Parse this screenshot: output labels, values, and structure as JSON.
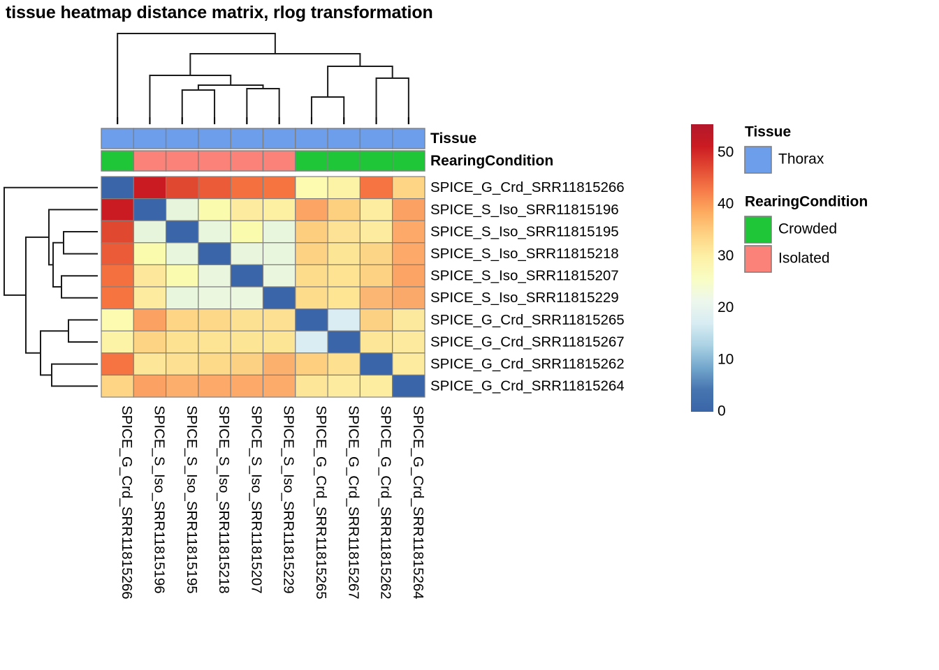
{
  "title": "tissue heatmap distance matrix, rlog transformation",
  "samples": [
    "SPICE_G_Crd_SRR11815266",
    "SPICE_S_Iso_SRR11815196",
    "SPICE_S_Iso_SRR11815195",
    "SPICE_S_Iso_SRR11815218",
    "SPICE_S_Iso_SRR11815207",
    "SPICE_S_Iso_SRR11815229",
    "SPICE_G_Crd_SRR11815265",
    "SPICE_G_Crd_SRR11815267",
    "SPICE_G_Crd_SRR11815262",
    "SPICE_G_Crd_SRR11815264"
  ],
  "annotation_rows": [
    {
      "name": "Tissue",
      "label": "Tissue",
      "values": [
        "Thorax",
        "Thorax",
        "Thorax",
        "Thorax",
        "Thorax",
        "Thorax",
        "Thorax",
        "Thorax",
        "Thorax",
        "Thorax"
      ]
    },
    {
      "name": "RearingCondition",
      "label": "RearingCondition",
      "values": [
        "Crowded",
        "Isolated",
        "Isolated",
        "Isolated",
        "Isolated",
        "Isolated",
        "Crowded",
        "Crowded",
        "Crowded",
        "Crowded"
      ]
    }
  ],
  "annotation_colors": {
    "Thorax": "#6d9eeb",
    "Crowded": "#1fc637",
    "Isolated": "#fa8278"
  },
  "legends": [
    {
      "title": "Tissue",
      "items": [
        {
          "label": "Thorax",
          "color": "#6d9eeb"
        }
      ]
    },
    {
      "title": "RearingCondition",
      "items": [
        {
          "label": "Crowded",
          "color": "#1fc637"
        },
        {
          "label": "Isolated",
          "color": "#fa8278"
        }
      ]
    }
  ],
  "colorbar": {
    "ticks": [
      0,
      10,
      20,
      30,
      40,
      50
    ],
    "vmin": 0,
    "vmax": 55.5,
    "scale_name": "RdYlBu-reversed",
    "stops": [
      "#3a65a8",
      "#4675b0",
      "#74a7cd",
      "#abd2e4",
      "#d8ecf3",
      "#edf7ec",
      "#f9fdc3",
      "#fdf0a6",
      "#fed384",
      "#fdac60",
      "#f67b49",
      "#e34a33",
      "#cb1b22",
      "#b2182b"
    ]
  },
  "chart_data": {
    "type": "heatmap",
    "title": "tissue heatmap distance matrix, rlog transformation",
    "xlabel": "",
    "ylabel": "",
    "zlabel": "",
    "zlim": [
      0,
      55.5
    ],
    "grid": true,
    "legend_position": "right",
    "x": [
      "SPICE_G_Crd_SRR11815266",
      "SPICE_S_Iso_SRR11815196",
      "SPICE_S_Iso_SRR11815195",
      "SPICE_S_Iso_SRR11815218",
      "SPICE_S_Iso_SRR11815207",
      "SPICE_S_Iso_SRR11815229",
      "SPICE_G_Crd_SRR11815265",
      "SPICE_G_Crd_SRR11815267",
      "SPICE_G_Crd_SRR11815262",
      "SPICE_G_Crd_SRR11815264"
    ],
    "y": [
      "SPICE_G_Crd_SRR11815266",
      "SPICE_S_Iso_SRR11815196",
      "SPICE_S_Iso_SRR11815195",
      "SPICE_S_Iso_SRR11815218",
      "SPICE_S_Iso_SRR11815207",
      "SPICE_S_Iso_SRR11815229",
      "SPICE_G_Crd_SRR11815265",
      "SPICE_G_Crd_SRR11815267",
      "SPICE_G_Crd_SRR11815262",
      "SPICE_G_Crd_SRR11815264"
    ],
    "values": [
      [
        0.0,
        55.5,
        50.0,
        47.0,
        44.5,
        44.0,
        31.0,
        31.5,
        45.0,
        35.0
      ],
      [
        55.5,
        0.0,
        24.0,
        29.5,
        32.0,
        31.5,
        39.5,
        36.5,
        32.5,
        40.0
      ],
      [
        50.0,
        24.0,
        0.0,
        24.5,
        29.0,
        25.5,
        36.0,
        34.5,
        34.0,
        39.5
      ],
      [
        47.0,
        29.5,
        24.5,
        0.0,
        25.0,
        25.0,
        36.0,
        34.0,
        35.5,
        39.5
      ],
      [
        44.5,
        32.0,
        29.0,
        25.0,
        0.0,
        25.5,
        35.5,
        34.0,
        36.5,
        40.0
      ],
      [
        44.0,
        31.5,
        25.5,
        25.0,
        25.5,
        0.0,
        35.0,
        33.5,
        39.0,
        40.0
      ],
      [
        31.0,
        39.5,
        36.0,
        36.0,
        35.5,
        35.0,
        0.0,
        17.0,
        36.0,
        32.5
      ],
      [
        31.5,
        36.5,
        34.5,
        34.0,
        34.0,
        33.5,
        17.0,
        0.0,
        33.0,
        32.5
      ],
      [
        45.0,
        32.5,
        34.0,
        35.5,
        36.5,
        39.0,
        36.0,
        33.0,
        0.0,
        32.0
      ],
      [
        35.0,
        40.0,
        39.5,
        39.5,
        40.0,
        40.0,
        32.5,
        32.5,
        32.0,
        0.0
      ]
    ],
    "cell_colors": [
      [
        "#3a65a8",
        "#cb1b22",
        "#e0492f",
        "#ec5b38",
        "#f4703f",
        "#f57440",
        "#fcfbb0",
        "#fdf3a6",
        "#f67342",
        "#fdd584"
      ],
      [
        "#cb1b22",
        "#3a65a8",
        "#e6f5dc",
        "#fbfbae",
        "#fdeba0",
        "#fdf0a3",
        "#fba464",
        "#fdd07f",
        "#fdeda1",
        "#fba163"
      ],
      [
        "#e0492f",
        "#e6f5dc",
        "#3a65a8",
        "#e9f6de",
        "#fbfbae",
        "#e8f6dd",
        "#fdce7d",
        "#fde194",
        "#fdeb9f",
        "#fca96a"
      ],
      [
        "#ec5b38",
        "#fbfbae",
        "#e9f6de",
        "#3a65a8",
        "#e9f6dd",
        "#e9f6de",
        "#fdd283",
        "#fde596",
        "#fdd586",
        "#fca96a"
      ],
      [
        "#f4703f",
        "#fde79a",
        "#fbfbaf",
        "#eaf6de",
        "#3a65a8",
        "#eaf6dd",
        "#fddc8c",
        "#fde392",
        "#fdd283",
        "#fba465"
      ],
      [
        "#f57440",
        "#fdeb9f",
        "#e9f6de",
        "#ecf7e0",
        "#ecf7e0",
        "#3a65a8",
        "#fddc8c",
        "#fde594",
        "#fcb673",
        "#fba96a"
      ],
      [
        "#fcfbb0",
        "#fba262",
        "#fdd585",
        "#fdd889",
        "#fde192",
        "#fde091",
        "#3a65a8",
        "#d9edf2",
        "#fdd183",
        "#fde99d"
      ],
      [
        "#fdf3a6",
        "#fdd384",
        "#fde292",
        "#fde394",
        "#fde596",
        "#fde596",
        "#d9edf2",
        "#3a65a8",
        "#fde697",
        "#fdea9e"
      ],
      [
        "#f67342",
        "#fde697",
        "#fde091",
        "#fdd98a",
        "#fdd183",
        "#fcb06e",
        "#fdcf7e",
        "#fde191",
        "#3a65a8",
        "#fdeb9f"
      ],
      [
        "#fdd584",
        "#fba163",
        "#fcaf6d",
        "#fca96a",
        "#fca96a",
        "#fcab6b",
        "#fde697",
        "#fdeb9f",
        "#fdeda1",
        "#3a65a8"
      ]
    ]
  },
  "row_dendrogram": {
    "description": "hierarchical clustering of rows, left side"
  },
  "column_dendrogram": {
    "description": "hierarchical clustering of columns, top side"
  }
}
